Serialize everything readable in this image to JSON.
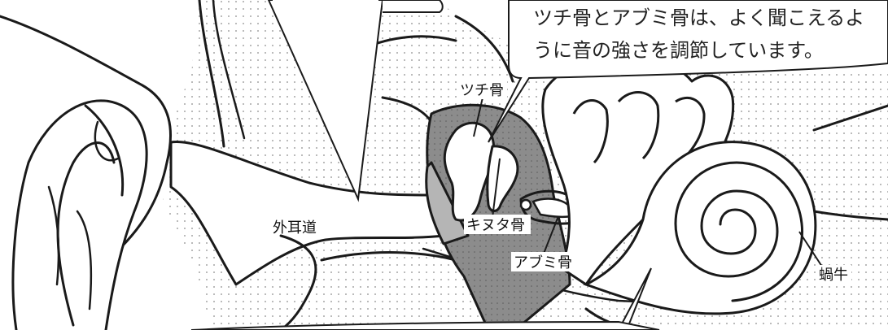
{
  "speech_bubble": {
    "line1": "ツチ骨とアブミ骨は、よく聞こえるよ",
    "line2": "うに音の強さを調節しています。"
  },
  "labels": {
    "malleus": "ツチ骨",
    "incus": "キヌタ骨",
    "stapes": "アブミ骨",
    "ear_canal": "外耳道",
    "cochlea": "蝸牛"
  },
  "colors": {
    "line": "#1a1a1a",
    "dots": "#8a8a8a",
    "middle_ear_dark": "#8c8c8c",
    "middle_ear_mid": "#b5b5b5",
    "ossicle_fill": "#ffffff"
  }
}
